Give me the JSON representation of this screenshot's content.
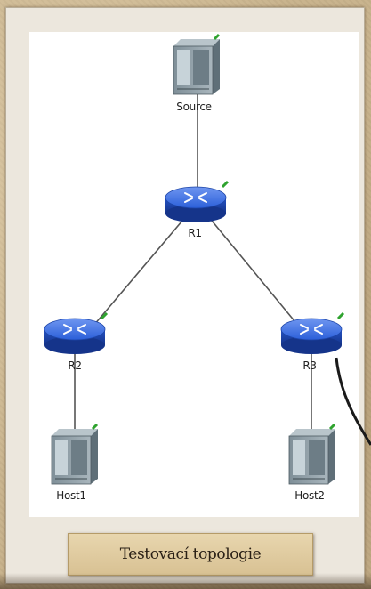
{
  "diagram": {
    "nodes": [
      {
        "id": "source",
        "label": "Source",
        "type": "server",
        "icon": "server-icon"
      },
      {
        "id": "r1",
        "label": "R1",
        "type": "router",
        "icon": "router-icon"
      },
      {
        "id": "r2",
        "label": "R2",
        "type": "router",
        "icon": "router-icon"
      },
      {
        "id": "r3",
        "label": "R3",
        "type": "router",
        "icon": "router-icon"
      },
      {
        "id": "host1",
        "label": "Host1",
        "type": "server",
        "icon": "server-icon"
      },
      {
        "id": "host2",
        "label": "Host2",
        "type": "server",
        "icon": "server-icon"
      }
    ],
    "links": [
      {
        "from": "source",
        "to": "r1"
      },
      {
        "from": "r1",
        "to": "r2"
      },
      {
        "from": "r1",
        "to": "r3"
      },
      {
        "from": "r2",
        "to": "host1"
      },
      {
        "from": "r3",
        "to": "host2"
      }
    ],
    "colors": {
      "router": "#2b5fd9",
      "server": "#8a9aa3",
      "status_dot": "#2fa32f",
      "link": "#555555"
    }
  },
  "caption": "Testovací topologie"
}
